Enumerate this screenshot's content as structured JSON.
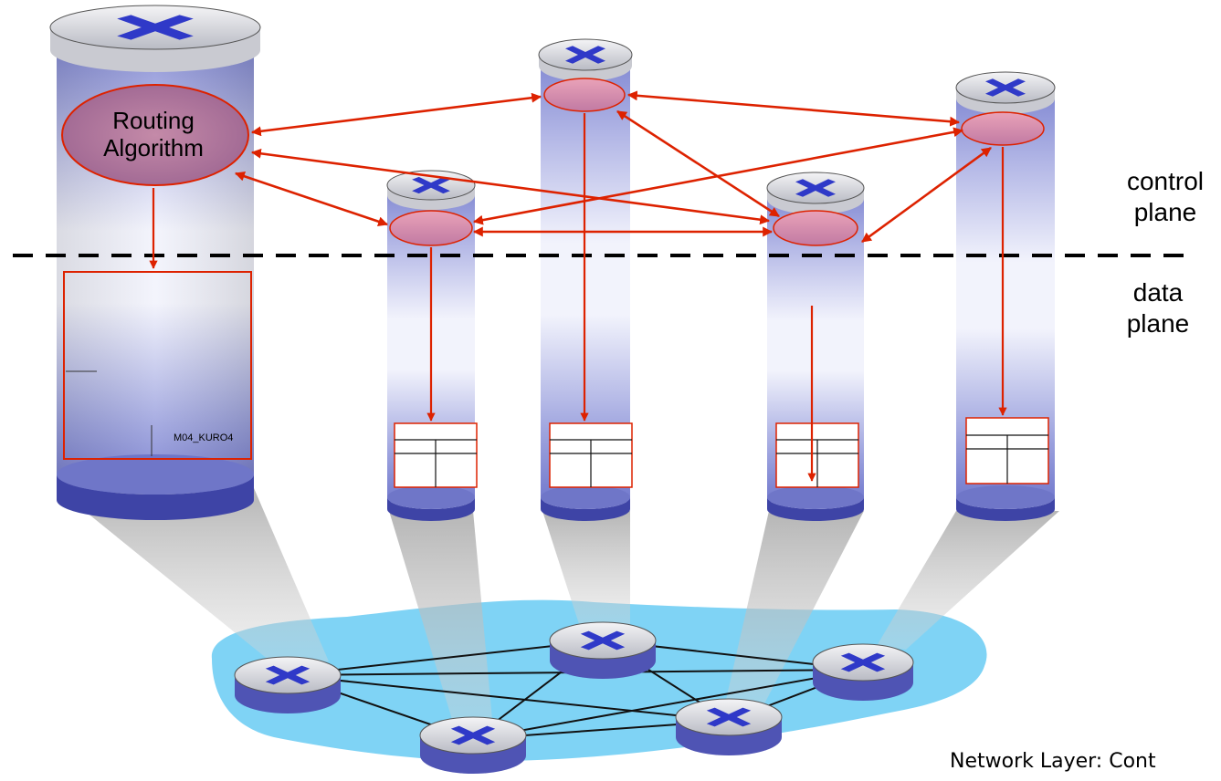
{
  "labels": {
    "routing_algorithm_line1": "Routing",
    "routing_algorithm_line2": "Algorithm",
    "control_plane_line1": "control",
    "control_plane_line2": "plane",
    "data_plane_line1": "data",
    "data_plane_line2": "plane",
    "figure_tag": "M04_KURO4",
    "footer": "Network Layer: Cont"
  },
  "colors": {
    "arrow": "#dd2200",
    "cylinder_dark": "#4f54b4",
    "cylinder_light": "#eef0fb",
    "network_cloud": "#7fd3f5",
    "dashed_divider": "#000000"
  },
  "icons": [
    "router-icon",
    "forwarding-table-icon",
    "network-cloud"
  ]
}
